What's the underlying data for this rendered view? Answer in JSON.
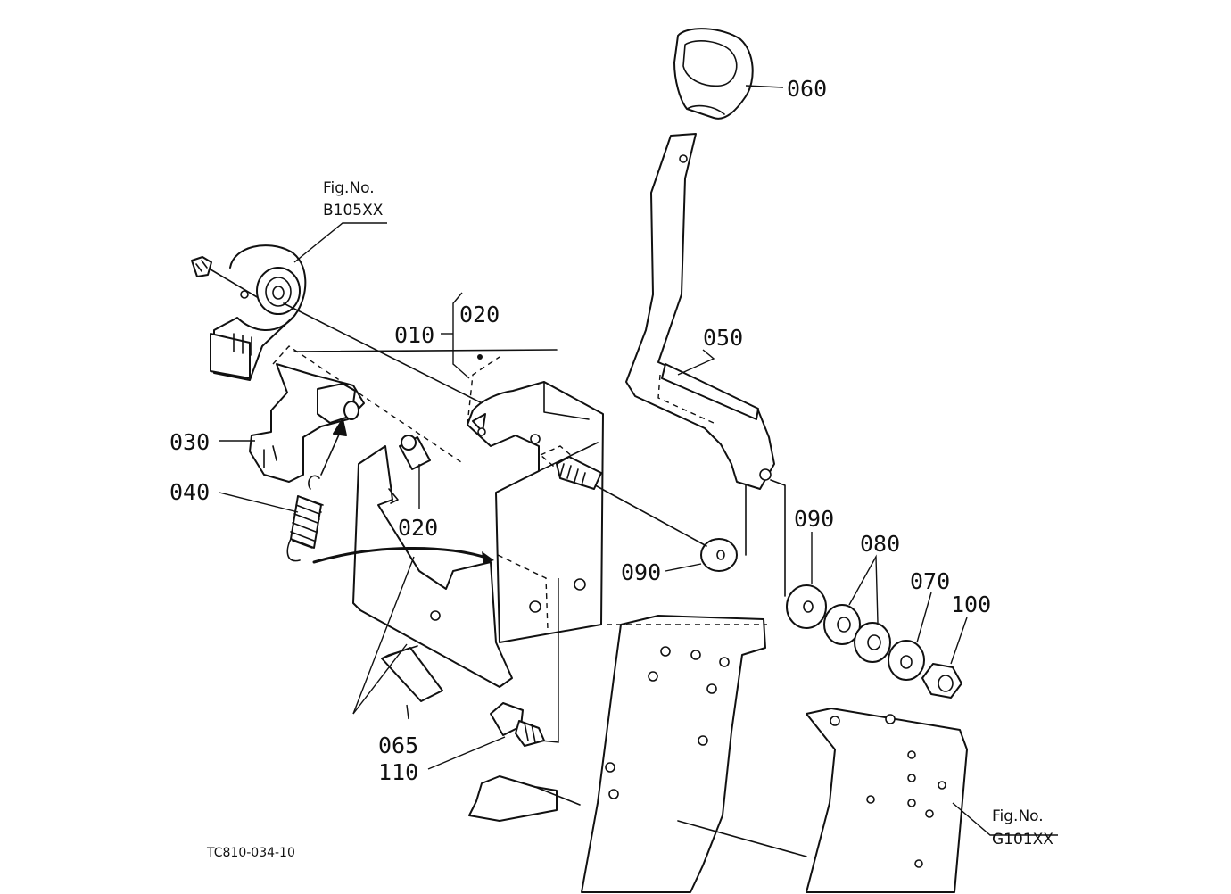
{
  "diagram_code": "TC810-034-10",
  "refs": {
    "top": {
      "line1": "Fig.No.",
      "line2": "B105XX"
    },
    "bottom": {
      "line1": "Fig.No.",
      "line2": "G101XX"
    }
  },
  "parts": {
    "p010": "010",
    "p020a": "020",
    "p020b": "020",
    "p030": "030",
    "p040": "040",
    "p050": "050",
    "p060": "060",
    "p065": "065",
    "p070": "070",
    "p080": "080",
    "p090a": "090",
    "p090b": "090",
    "p100": "100",
    "p110": "110"
  }
}
